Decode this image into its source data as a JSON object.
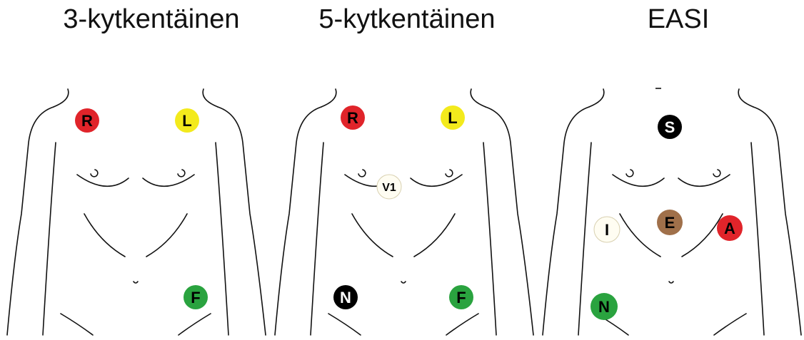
{
  "panels": [
    {
      "title": "3-kytkentäinen",
      "electrodes": [
        {
          "label": "R",
          "color": "#e0242a",
          "text_color": "#000000"
        },
        {
          "label": "L",
          "color": "#f3ea1c",
          "text_color": "#000000"
        },
        {
          "label": "F",
          "color": "#2aa33f",
          "text_color": "#000000"
        }
      ]
    },
    {
      "title": "5-kytkentäinen",
      "electrodes": [
        {
          "label": "R",
          "color": "#e0242a",
          "text_color": "#000000"
        },
        {
          "label": "L",
          "color": "#f3ea1c",
          "text_color": "#000000"
        },
        {
          "label": "V1",
          "color": "#fffdf2",
          "text_color": "#000000"
        },
        {
          "label": "N",
          "color": "#000000",
          "text_color": "#ffffff"
        },
        {
          "label": "F",
          "color": "#2aa33f",
          "text_color": "#000000"
        }
      ]
    },
    {
      "title": "EASI",
      "electrodes": [
        {
          "label": "S",
          "color": "#000000",
          "text_color": "#ffffff"
        },
        {
          "label": "I",
          "color": "#fffdf2",
          "text_color": "#000000"
        },
        {
          "label": "E",
          "color": "#a0704a",
          "text_color": "#000000"
        },
        {
          "label": "A",
          "color": "#e0242a",
          "text_color": "#000000"
        },
        {
          "label": "N",
          "color": "#2aa33f",
          "text_color": "#000000"
        }
      ]
    }
  ]
}
